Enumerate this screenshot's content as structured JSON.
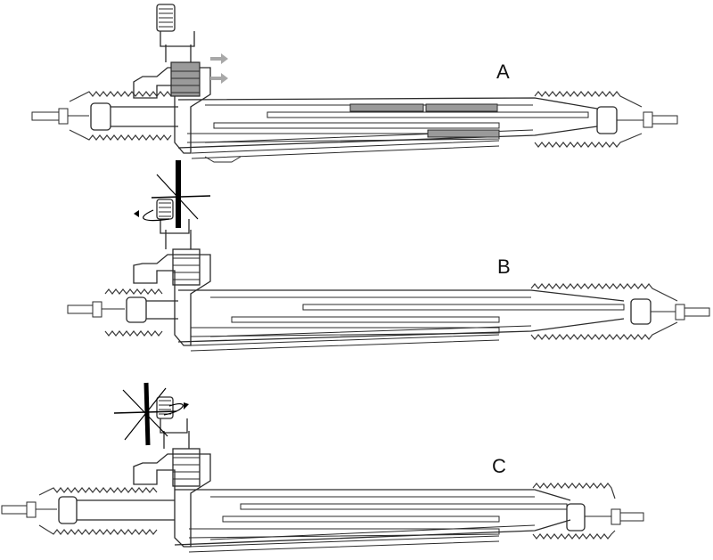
{
  "figure": {
    "panels": [
      {
        "id": "A",
        "label": "A"
      },
      {
        "id": "B",
        "label": "B"
      },
      {
        "id": "C",
        "label": "C"
      }
    ],
    "colors": {
      "line": "#2a2a2a",
      "shade_fill": "#9a9a9a",
      "arrow_fill": "#a8a8a8",
      "strike_mark": "#000000",
      "background": "#ffffff"
    }
  }
}
